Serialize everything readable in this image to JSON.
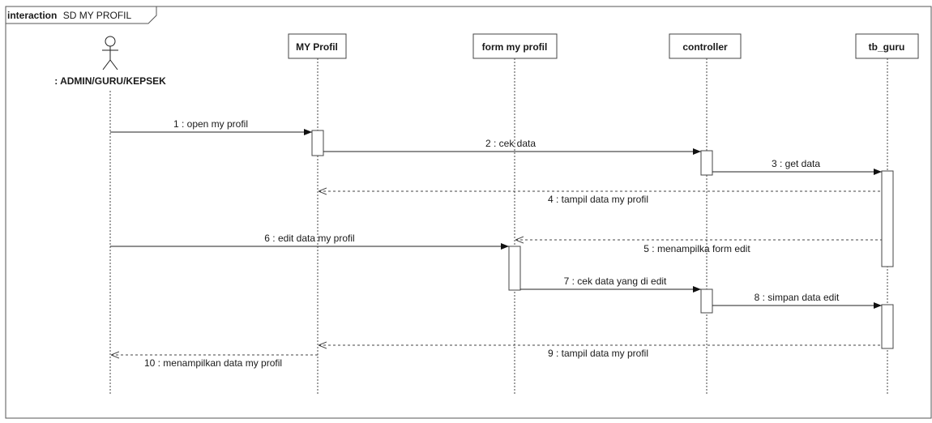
{
  "frame": {
    "keyword": "interaction",
    "name": "SD MY PROFIL"
  },
  "actor": {
    "label": ": ADMIN/GURU/KEPSEK",
    "icon": "stick-figure-icon"
  },
  "lifelines": [
    {
      "label": "MY Profil"
    },
    {
      "label": "form my profil"
    },
    {
      "label": "controller"
    },
    {
      "label": "tb_guru"
    }
  ],
  "messages": [
    {
      "label": "1 : open my profil",
      "kind": "sync"
    },
    {
      "label": "2 : cek data",
      "kind": "sync"
    },
    {
      "label": "3 : get data",
      "kind": "sync"
    },
    {
      "label": "4 : tampil data my profil",
      "kind": "reply"
    },
    {
      "label": "5 : menampilka form edit",
      "kind": "reply"
    },
    {
      "label": "6 : edit data my profil",
      "kind": "sync"
    },
    {
      "label": "7 : cek data yang di edit",
      "kind": "sync"
    },
    {
      "label": "8 : simpan data edit",
      "kind": "sync"
    },
    {
      "label": "9 : tampil data my profil",
      "kind": "reply"
    },
    {
      "label": "10 : menampilkan data my profil",
      "kind": "reply"
    }
  ],
  "colors": {
    "line": "#3a3a3a",
    "box_fill": "#ffffff"
  }
}
